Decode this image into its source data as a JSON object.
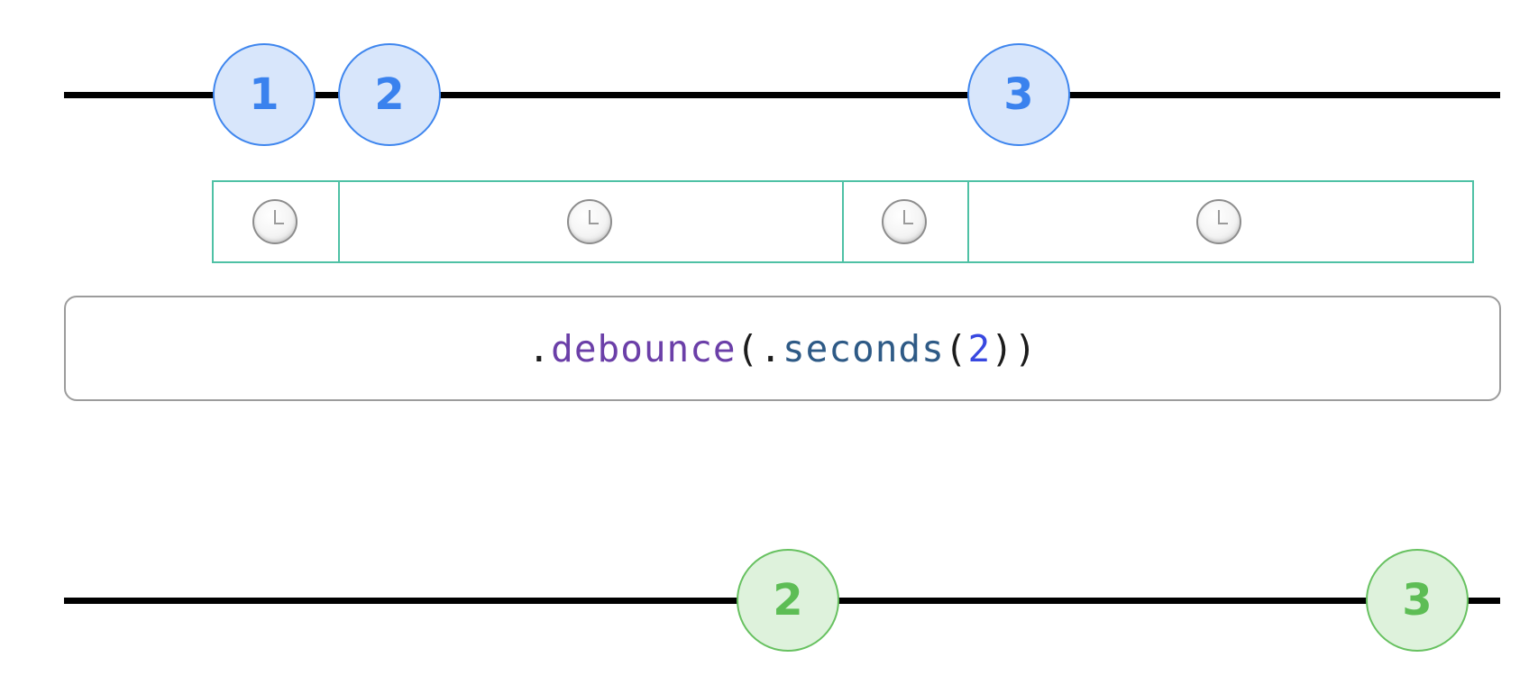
{
  "input_marbles": [
    {
      "label": "1"
    },
    {
      "label": "2"
    },
    {
      "label": "3"
    }
  ],
  "output_marbles": [
    {
      "label": "2"
    },
    {
      "label": "3"
    }
  ],
  "timer_icons": [
    "clock-icon",
    "clock-icon",
    "clock-icon",
    "clock-icon"
  ],
  "operator": {
    "dot1": ".",
    "func": "debounce",
    "open1": "(",
    "dot2": ".",
    "member": "seconds",
    "open2": "(",
    "number": "2",
    "close": "))"
  },
  "colors": {
    "input_fill": "#d8e6fb",
    "input_stroke": "#3f86ee",
    "output_fill": "#def2dc",
    "output_stroke": "#67c160",
    "timer_border": "#4fc1a5",
    "operator_border": "#9c9c9c",
    "func_color": "#6b3fa8",
    "member_color": "#2e5a86",
    "number_color": "#3848e0"
  }
}
